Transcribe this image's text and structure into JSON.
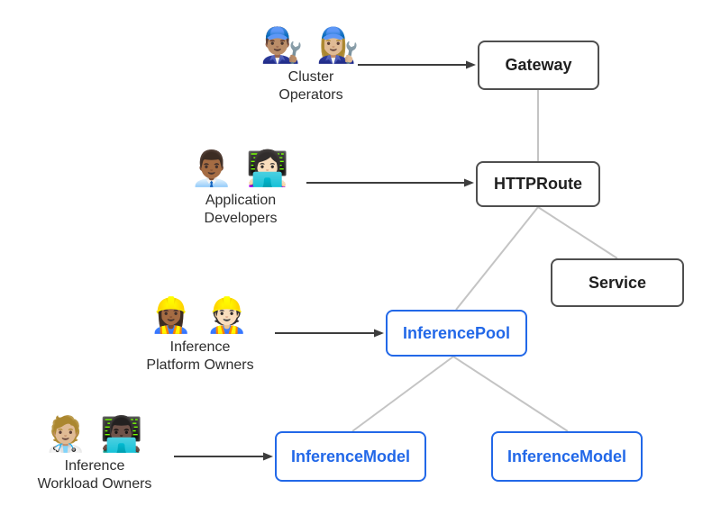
{
  "diagram": {
    "kind": "resource-model-diagram",
    "colors": {
      "background": "#ffffff",
      "neutral_node_border": "#4f4f4f",
      "neutral_node_text": "#1f1f1f",
      "blue_node_border": "#2268e8",
      "blue_node_text": "#2268e8",
      "edge_gray": "#c4c4c4",
      "arrow_dark": "#3d3d3d",
      "caption_text": "#2d2d2d"
    }
  },
  "actors": [
    {
      "id": "cluster-operators",
      "emojis": "👨🏽‍🔧 👩🏼‍🔧",
      "label": "Cluster\nOperators",
      "icon_names": "man-mechanic-icon woman-mechanic-icon"
    },
    {
      "id": "application-developers",
      "emojis": "👨🏾‍💼 👩🏻‍💻",
      "label": "Application\nDevelopers",
      "icon_names": "man-office-worker-icon woman-technologist-icon"
    },
    {
      "id": "inference-platform-owners",
      "emojis": "👷🏾‍♀️ 👷🏻",
      "label": "Inference\nPlatform Owners",
      "icon_names": "woman-construction-worker-icon man-construction-worker-icon"
    },
    {
      "id": "inference-workload-owners",
      "emojis": "🧑🏼‍⚕️ 👨🏿‍💻",
      "label": "Inference\nWorkload Owners",
      "icon_names": "health-worker-icon man-technologist-icon"
    }
  ],
  "nodes": [
    {
      "id": "gateway",
      "label": "Gateway",
      "variant": "neutral"
    },
    {
      "id": "httproute",
      "label": "HTTPRoute",
      "variant": "neutral"
    },
    {
      "id": "service",
      "label": "Service",
      "variant": "neutral"
    },
    {
      "id": "inferencepool",
      "label": "InferencePool",
      "variant": "blue"
    },
    {
      "id": "inferencemodel-1",
      "label": "InferenceModel",
      "variant": "blue"
    },
    {
      "id": "inferencemodel-2",
      "label": "InferenceModel",
      "variant": "blue"
    }
  ],
  "edges": [
    {
      "from": "gateway",
      "to": "httproute",
      "style": "plain-gray"
    },
    {
      "from": "httproute",
      "to": "service",
      "style": "plain-gray"
    },
    {
      "from": "httproute",
      "to": "inferencepool",
      "style": "plain-gray"
    },
    {
      "from": "inferencepool",
      "to": "inferencemodel-1",
      "style": "plain-gray"
    },
    {
      "from": "inferencepool",
      "to": "inferencemodel-2",
      "style": "plain-gray"
    },
    {
      "from": "cluster-operators",
      "to": "gateway",
      "style": "dark-arrow"
    },
    {
      "from": "application-developers",
      "to": "httproute",
      "style": "dark-arrow"
    },
    {
      "from": "inference-platform-owners",
      "to": "inferencepool",
      "style": "dark-arrow"
    },
    {
      "from": "inference-workload-owners",
      "to": "inferencemodel-1",
      "style": "dark-arrow"
    }
  ]
}
